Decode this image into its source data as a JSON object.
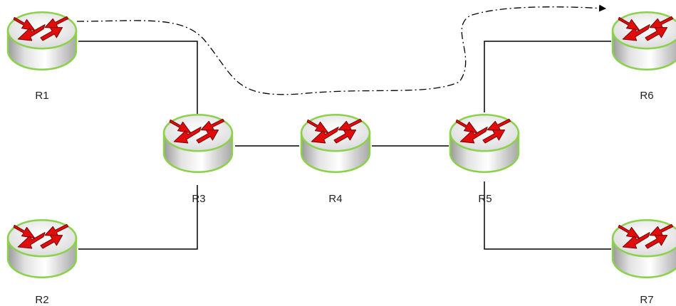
{
  "colors": {
    "link": "#000000",
    "router_rim": "#8cd14a",
    "router_body_light": "#ffffff",
    "router_body_dark": "#b4b4b4",
    "arrow": "#e10d0d",
    "arrow_outline": "#7a0000"
  },
  "routers": [
    {
      "id": "r1",
      "label": "R1",
      "icon": "router-icon"
    },
    {
      "id": "r2",
      "label": "R2",
      "icon": "router-icon"
    },
    {
      "id": "r3",
      "label": "R3",
      "icon": "router-icon"
    },
    {
      "id": "r4",
      "label": "R4",
      "icon": "router-icon"
    },
    {
      "id": "r5",
      "label": "R5",
      "icon": "router-icon"
    },
    {
      "id": "r6",
      "label": "R6",
      "icon": "router-icon"
    },
    {
      "id": "r7",
      "label": "R7",
      "icon": "router-icon"
    }
  ],
  "links": [
    {
      "from": "R1",
      "to": "R3"
    },
    {
      "from": "R2",
      "to": "R3"
    },
    {
      "from": "R3",
      "to": "R4"
    },
    {
      "from": "R4",
      "to": "R5"
    },
    {
      "from": "R5",
      "to": "R6"
    },
    {
      "from": "R5",
      "to": "R7"
    }
  ],
  "flow": {
    "from": "R1",
    "to": "R6",
    "style": "dash-dot arrow"
  }
}
